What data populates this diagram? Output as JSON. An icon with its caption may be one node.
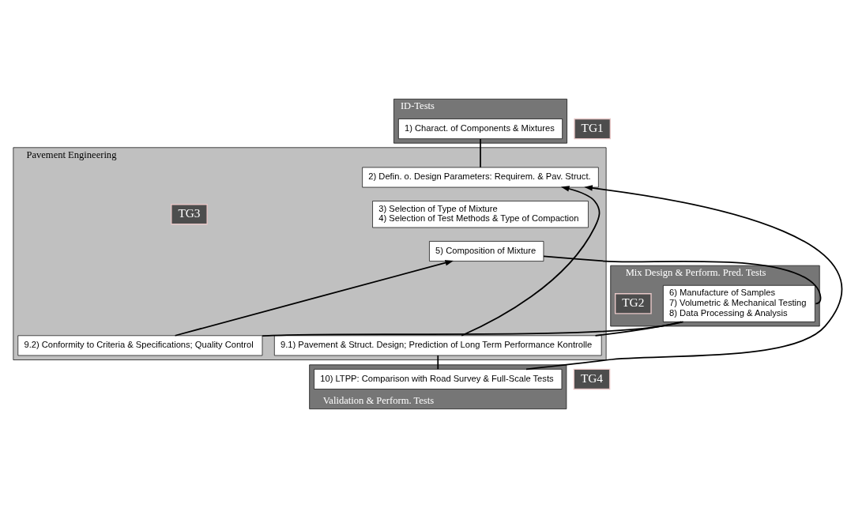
{
  "diagram": {
    "nodes": [
      {
        "text": [
          "ID-Tests"
        ]
      },
      {
        "text": [
          "1) Charact. of Components & Mixtures"
        ],
        "in": 0
      },
      {
        "text": [
          "TG1"
        ]
      },
      {
        "text": [
          "Pavement Engineering"
        ]
      },
      {
        "text": [
          "2) Defin. o. Design Parameters: Requirem. & Pav. Struct."
        ],
        "in": 3
      },
      {
        "text": [
          "3) Selection of Type of Mixture",
          "4) Selection of Test Methods & Type of Compaction"
        ],
        "in": 3
      },
      {
        "text": [
          "5) Composition of Mixture"
        ],
        "in": 3
      },
      {
        "text": [
          "TG3"
        ],
        "in": 3
      },
      {
        "text": [
          "Mix Design & Perform. Pred. Tests"
        ]
      },
      {
        "text": [
          "6) Manufacture of Samples",
          "7) Volumetric & Mechanical Testing",
          "8) Data Processing & Analysis"
        ],
        "in": 8
      },
      {
        "text": [
          "TG2"
        ],
        "in": 8
      },
      {
        "text": [
          "9.1) Pavement & Struct. Design; Prediction of Long Term Performance Kontrolle"
        ],
        "in": 3
      },
      {
        "text": [
          "9.2) Conformity to Criteria & Specifications; Quality Control"
        ],
        "in": 3
      },
      {
        "text": [
          "Validation & Perform. Tests"
        ]
      },
      {
        "text": [
          "10) LTPP: Comparison with Road Survey & Full-Scale Tests"
        ],
        "in": 13
      },
      {
        "text": [
          "TG4"
        ]
      }
    ],
    "edges": [
      {
        "from": 1,
        "to": 4,
        "arrow": "none"
      },
      {
        "from": 6,
        "to": 9,
        "arrow": "none"
      },
      {
        "from": 9,
        "to": 11,
        "arrow": "none"
      },
      {
        "from": 9,
        "to": 12,
        "arrow": "none"
      },
      {
        "from": 11,
        "to": 14,
        "arrow": "none"
      },
      {
        "from": 11,
        "to": 4,
        "arrow": "to"
      },
      {
        "from": 12,
        "to": 6,
        "arrow": "to"
      },
      {
        "from": 14,
        "to": 4,
        "arrow": "to"
      }
    ]
  }
}
